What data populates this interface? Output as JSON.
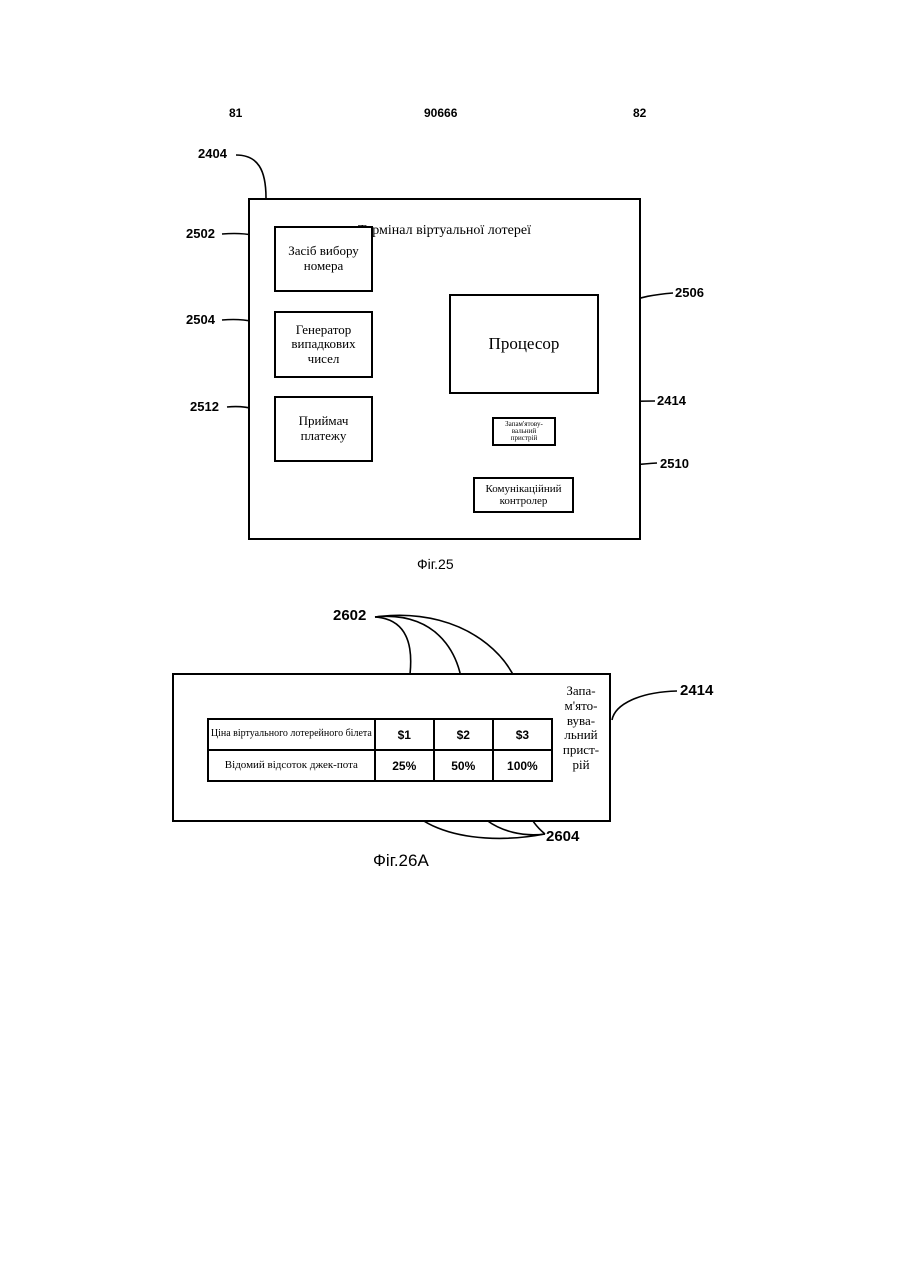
{
  "header": {
    "left_page": "81",
    "center_number": "90666",
    "right_page": "82"
  },
  "fig25": {
    "caption": "Фіг.25",
    "terminal": {
      "ref": "2404",
      "title": "Термінал віртуальної лотереї"
    },
    "number_selector": {
      "ref": "2502",
      "label": "Засіб вибору\nномера"
    },
    "rng": {
      "ref": "2504",
      "label": "Генератор\nвипадкових\nчисел"
    },
    "payment_receiver": {
      "ref": "2512",
      "label": "Приймач\nплатежу"
    },
    "processor": {
      "ref": "2506",
      "label": "Процесор"
    },
    "memory": {
      "ref": "2414",
      "label": "Запам'ятову-\nвальний\nпристрій"
    },
    "comm_controller": {
      "ref": "2510",
      "label": "Комунікаційний\nконтролер"
    }
  },
  "fig26a": {
    "caption": "Фіг.26А",
    "memory_ref": "2414",
    "memory_label": "Запа-\nм'ято-\nвува-\nльний\nприст-\nрій",
    "price_ref": "2602",
    "percent_ref": "2604",
    "table": {
      "row1_label": "Ціна віртуального лотерейного білета",
      "row2_label": "Відомий відсоток джек-пота",
      "prices": [
        "$1",
        "$2",
        "$3"
      ],
      "percents": [
        "25%",
        "50%",
        "100%"
      ]
    }
  }
}
